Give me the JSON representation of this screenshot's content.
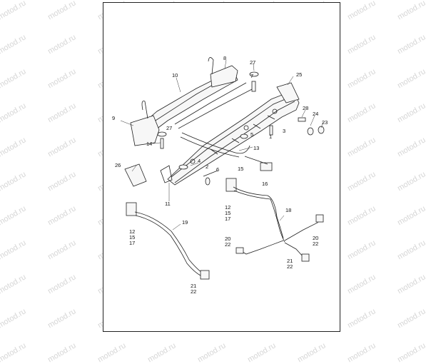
{
  "watermark": {
    "text": "motod.ru"
  },
  "callouts": [
    {
      "id": "c8",
      "text": "8"
    },
    {
      "id": "c10",
      "text": "10"
    },
    {
      "id": "c9",
      "text": "9"
    },
    {
      "id": "c27a",
      "text": "27"
    },
    {
      "id": "c7",
      "text": "7"
    },
    {
      "id": "c25",
      "text": "25"
    },
    {
      "id": "c28",
      "text": "28"
    },
    {
      "id": "c24",
      "text": "24"
    },
    {
      "id": "c23",
      "text": "23"
    },
    {
      "id": "c3",
      "text": "3"
    },
    {
      "id": "c1",
      "text": "1"
    },
    {
      "id": "c5",
      "text": "5"
    },
    {
      "id": "c27b",
      "text": "27"
    },
    {
      "id": "c14",
      "text": "14"
    },
    {
      "id": "c13",
      "text": "13"
    },
    {
      "id": "c4",
      "text": "4"
    },
    {
      "id": "c2",
      "text": "2"
    },
    {
      "id": "c26",
      "text": "26"
    },
    {
      "id": "c6",
      "text": "6"
    },
    {
      "id": "c15",
      "text": "15"
    },
    {
      "id": "c16",
      "text": "16"
    },
    {
      "id": "c11",
      "text": "11"
    },
    {
      "id": "c18",
      "text": "18"
    },
    {
      "id": "c19",
      "text": "19"
    },
    {
      "id": "c20",
      "text": "20"
    },
    {
      "id": "c22",
      "text": "22"
    },
    {
      "id": "c21",
      "text": "21"
    }
  ],
  "multi_callouts": {
    "upper_connector": [
      "12",
      "15",
      "17"
    ],
    "left_connector": [
      "12",
      "15",
      "17"
    ],
    "left_end": [
      "21",
      "22"
    ],
    "harness_left": [
      "20",
      "22"
    ],
    "harness_bottom": [
      "21",
      "22"
    ],
    "harness_right": [
      "20",
      "22"
    ]
  }
}
